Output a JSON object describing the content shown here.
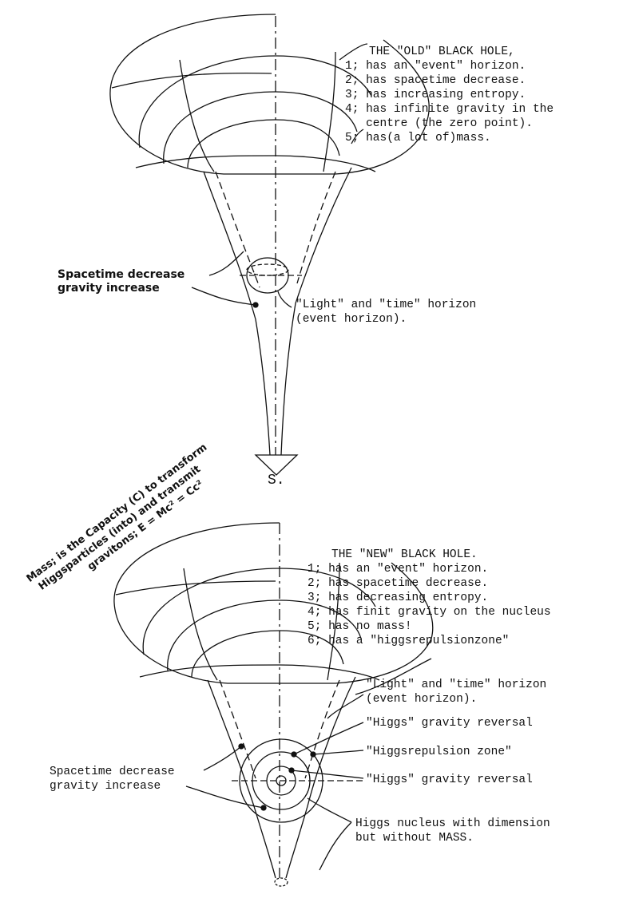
{
  "old_hole": {
    "title": "THE \"OLD\" BLACK HOLE,",
    "items": [
      "1; has an \"event\" horizon.",
      "2; has spacetime decrease.",
      "3; has increasing entropy.",
      "4; has infinite gravity in the",
      "   centre (the zero point).",
      "5; has(a lot of)mass."
    ],
    "label_spacetime_1": "Spacetime decrease",
    "label_spacetime_2": "gravity increase",
    "label_light_1": "\"Light\" and \"time\" horizon",
    "label_light_2": "(event horizon).",
    "singularity_symbol": "S."
  },
  "side_note": {
    "line1": "Mass; is the Capacity (C) to transform",
    "line2": "Higgsparticles (into) and transmit",
    "line3": "gravitons; E = Mc² = Cc²"
  },
  "new_hole": {
    "title": "THE \"NEW\" BLACK HOLE.",
    "items": [
      "1; has an \"event\" horizon.",
      "2; has spacetime decrease.",
      "3; has decreasing entropy.",
      "4; has finit gravity on the nucleus",
      "5; has no mass!",
      "6; has a \"higgsrepulsionzone\""
    ],
    "label_light_1": "\"Light\" and \"time\" horizon",
    "label_light_2": "(event horizon).",
    "label_reversal_1": "\"Higgs\" gravity reversal",
    "label_repulsion": "\"Higgsrepulsion zone\"",
    "label_reversal_2": "\"Higgs\" gravity reversal",
    "label_spacetime_1": "Spacetime decrease",
    "label_spacetime_2": "gravity increase",
    "label_nucleus_1": "Higgs nucleus with dimension",
    "label_nucleus_2": "but without MASS."
  }
}
